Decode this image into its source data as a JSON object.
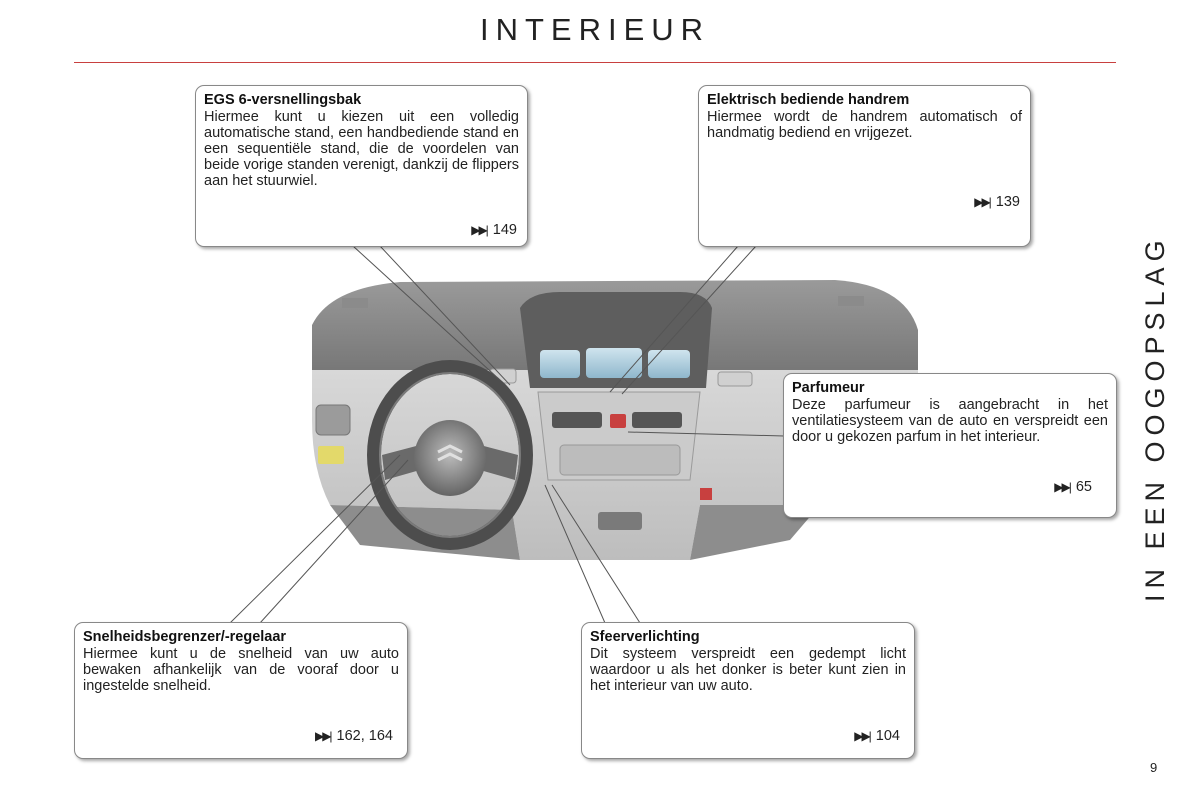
{
  "page": {
    "title": "INTERIEUR",
    "side_title": "IN EEN OOGOPSLAG",
    "page_number": "9",
    "ref_icon": "page-reference-arrow-icon",
    "accent_color": "#c8403f"
  },
  "callouts": {
    "egs": {
      "title": "EGS 6-versnellingsbak",
      "text": "Hiermee kunt u kiezen uit een volledig automatische stand, een handbediende stand en een sequentiële stand, die de voordelen van beide vorige standen verenigt, dankzij de flippers aan het stuurwiel.",
      "ref": "149"
    },
    "handbrake": {
      "title": "Elektrisch bediende handrem",
      "text": "Hiermee wordt de handrem automatisch of handmatig bediend en vrijgezet.",
      "ref": "139"
    },
    "parfumeur": {
      "title": "Parfumeur",
      "text": "Deze parfumeur is aangebracht in het ventilatiesysteem van de auto en verspreidt een door u gekozen parfum in het interieur.",
      "ref": "65"
    },
    "speed": {
      "title": "Snelheidsbegrenzer/-regelaar",
      "text": "Hiermee kunt u de snelheid van uw auto bewaken afhankelijk van de vooraf door u ingestelde snelheid.",
      "ref": "162, 164"
    },
    "ambient": {
      "title": "Sfeerverlichting",
      "text": "Dit systeem verspreidt een gedempt licht waardoor u als het donker is beter kunt zien in het interieur van uw auto.",
      "ref": "104"
    }
  }
}
